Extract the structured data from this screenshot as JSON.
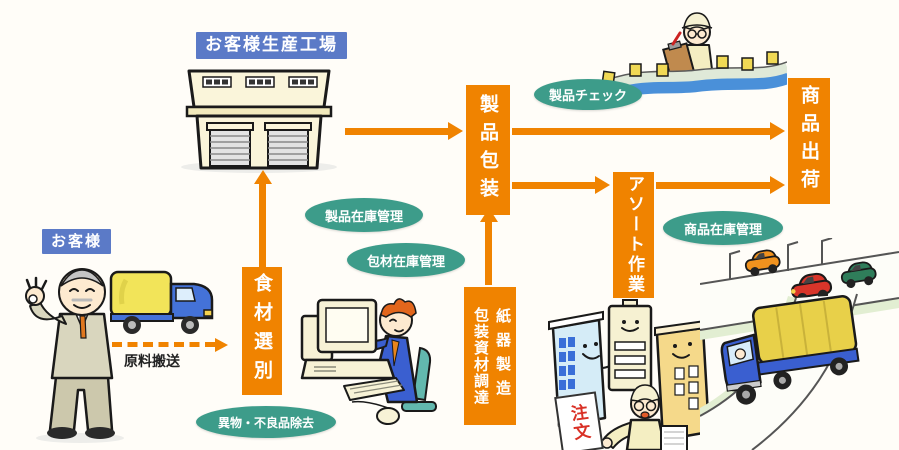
{
  "diagram": {
    "site_labels": {
      "customer_factory": "お客様生産工場",
      "customer": "お客様"
    },
    "flow_boxes": {
      "food_selection": "食材選別",
      "product_packaging": "製品包装",
      "paper_container_mfg": "紙器製造",
      "packaging_material_procurement": "包装資材調達",
      "assort_work": "アソート作業",
      "goods_shipping": "商品出荷"
    },
    "management_tags": {
      "product_check": "製品チェック",
      "product_inventory": "製品在庫管理",
      "packaging_inventory": "包材在庫管理",
      "goods_inventory": "商品在庫管理",
      "defect_removal": "異物・不良品除去"
    },
    "annotations": {
      "raw_material_transport": "原料搬送",
      "order_paper": "注文"
    },
    "colors": {
      "flow_orange": "#f08300",
      "tag_green": "#3d9c8a",
      "label_blue": "#5b7ac7"
    }
  }
}
